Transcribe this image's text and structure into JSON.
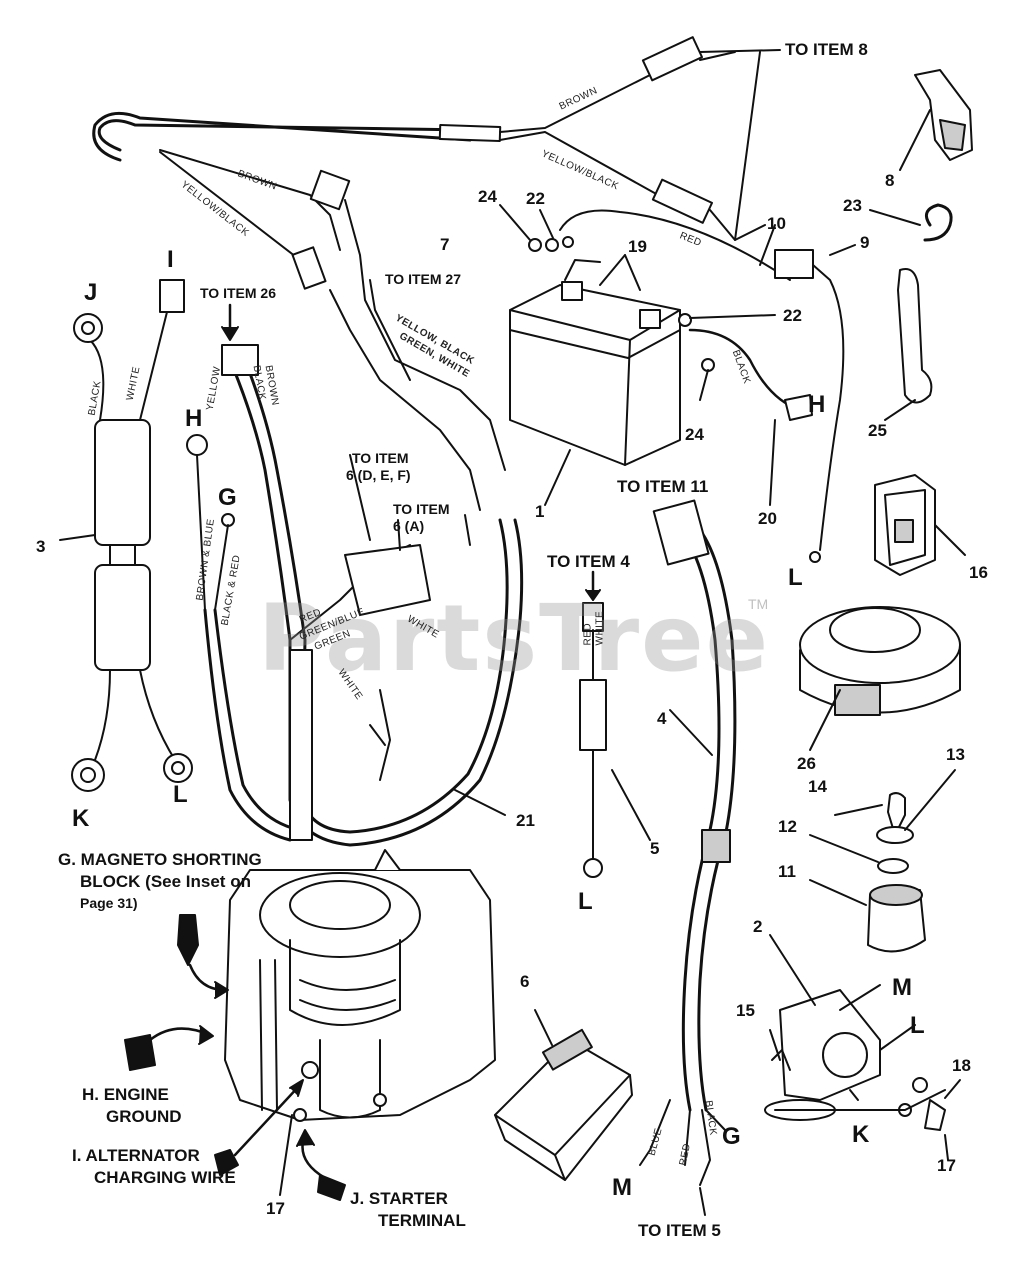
{
  "watermark": {
    "brand": "PartsTree",
    "mark": "TM"
  },
  "colors": {
    "line": "#111111",
    "part_fill": "#ffffff",
    "shade": "#cfcfcf"
  },
  "numbers": {
    "n1": "1",
    "n2": "2",
    "n3": "3",
    "n4": "4",
    "n5": "5",
    "n6": "6",
    "n7": "7",
    "n8": "8",
    "n9": "9",
    "n10": "10",
    "n11": "11",
    "n12": "12",
    "n13": "13",
    "n14": "14",
    "n15": "15",
    "n16": "16",
    "n17a": "17",
    "n17b": "17",
    "n18": "18",
    "n19": "19",
    "n20": "20",
    "n21": "21",
    "n22a": "22",
    "n22b": "22",
    "n23": "23",
    "n24a": "24",
    "n24b": "24",
    "n25": "25",
    "n26": "26"
  },
  "letters": {
    "J_top": "J",
    "I_top": "I",
    "H_left": "H",
    "G_left": "G",
    "K_left": "K",
    "L_left": "L",
    "H_right": "H",
    "L_right": "L",
    "L_mid": "L",
    "M_bottom": "M",
    "G_bottom": "G",
    "M_right": "M",
    "L_switch": "L",
    "K_switch": "K"
  },
  "callouts": {
    "to_item_8": "TO ITEM 8",
    "to_item_26": "TO ITEM 26",
    "to_item_27": "TO ITEM 27",
    "to_item_6def_1": "TO ITEM",
    "to_item_6def_2": "6 (D, E, F)",
    "to_item_6a_1": "TO ITEM",
    "to_item_6a_2": "6 (A)",
    "to_item_11": "TO ITEM 11",
    "to_item_4": "TO ITEM 4",
    "to_item_5": "TO ITEM 5"
  },
  "engine_labels": {
    "g_1": "G. MAGNETO SHORTING",
    "g_2": "BLOCK (See Inset on",
    "g_3": "Page 31)",
    "h_1": "H. ENGINE",
    "h_2": "GROUND",
    "i_1": "I. ALTERNATOR",
    "i_2": "CHARGING WIRE",
    "j_1": "J. STARTER",
    "j_2": "TERMINAL"
  },
  "wire_labels": {
    "brown_top": "BROWN",
    "yellow_black_top": "YELLOW/BLACK",
    "red_top": "RED",
    "brown_left": "BROWN",
    "yellow_black_left": "YELLOW/BLACK",
    "black_batt": "BLACK",
    "yellow_black_conn": "YELLOW, BLACK",
    "green_white_conn": "GREEN, WHITE",
    "yellow_26": "YELLOW",
    "black_26": "BLACK",
    "brown_26": "BROWN",
    "black_j": "BLACK",
    "white_j": "WHITE",
    "brown_blue_h": "BROWN & BLUE",
    "black_red_g": "BLACK & RED",
    "red_harness": "RED",
    "green_blue_harness": "GREEN/BLUE",
    "green_harness": "GREEN",
    "white_harness": "WHITE",
    "white_6a": "WHITE",
    "red_5": "RED",
    "white_5": "WHITE",
    "blue_4": "BLUE",
    "red_4": "RED",
    "black_4": "BLACK"
  }
}
